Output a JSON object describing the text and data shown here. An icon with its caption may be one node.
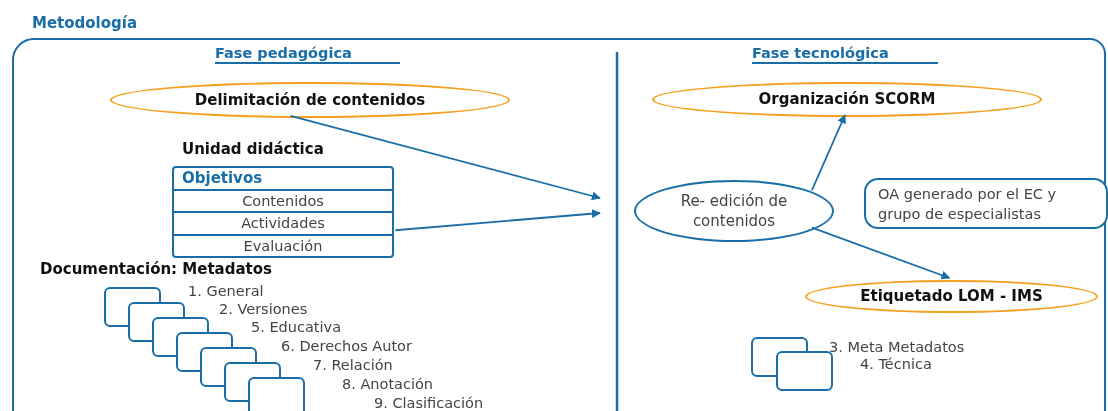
{
  "diagram": {
    "nodes": [
      {
        "text": [
          "Metodología"
        ]
      },
      {
        "text": [
          "Delimitación de contenidos"
        ],
        "in": 0
      },
      {
        "text": [
          "Unidad didáctica",
          "Objetivos",
          "Contenidos",
          "Actividades",
          "Evaluación"
        ],
        "in": 0
      },
      {
        "text": [
          "Re- edición de contenidos"
        ],
        "in": 0
      },
      {
        "text": [
          "Organización SCORM"
        ],
        "in": 0
      },
      {
        "text": [
          "OA generado por el EC y grupo de especialistas"
        ],
        "in": 0
      },
      {
        "text": [
          "Etiquetado LOM - IMS"
        ],
        "in": 0
      }
    ],
    "edges": [
      {
        "from": 1,
        "to": null,
        "arrow": "to"
      },
      {
        "from": 2,
        "to": null,
        "arrow": "to"
      },
      {
        "from": 3,
        "to": 4,
        "arrow": "to"
      },
      {
        "from": 3,
        "to": 6,
        "arrow": "to"
      }
    ],
    "labels": [
      "Fase pedagógica",
      "Fase tecnológica",
      "Documentación: Metadatos",
      "1. General",
      "2. Versiones",
      "5. Educativa",
      "6. Derechos Autor",
      "7. Relación",
      "8. Anotación",
      "9. Clasificación",
      "3. Meta Metadatos",
      "4. Técnica"
    ]
  }
}
